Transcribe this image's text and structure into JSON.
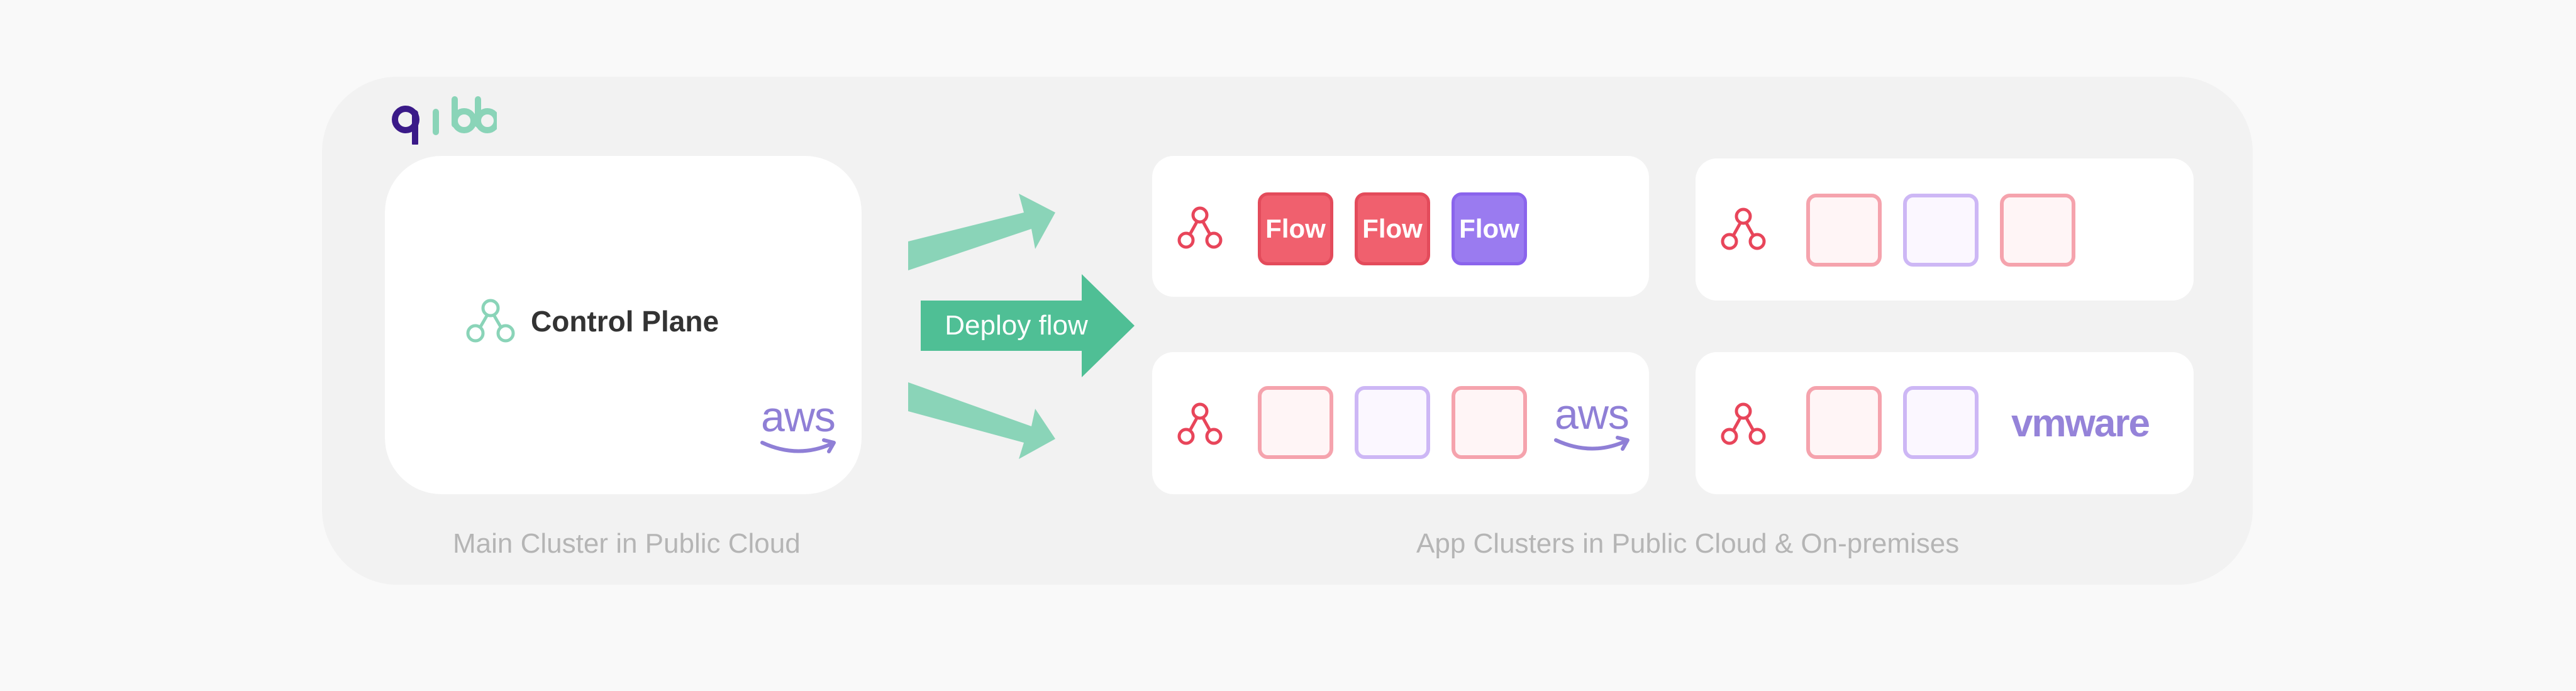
{
  "brand": {
    "logo_text": "qibb"
  },
  "main_cluster": {
    "title": "Control Plane",
    "provider": "aws",
    "caption": "Main Cluster in Public Cloud"
  },
  "deploy": {
    "label": "Deploy flow"
  },
  "app_clusters": {
    "caption": "App Clusters in Public Cloud & On-premises",
    "top_left": {
      "tiles": [
        "Flow",
        "Flow",
        "Flow"
      ]
    },
    "bottom_left": {
      "provider": "aws"
    },
    "bottom_right": {
      "provider": "vmware"
    }
  },
  "colors": {
    "accent_green": "#4fbf95",
    "light_green": "#8ad4b8",
    "node_red": "#e8455a",
    "flow_red": "#f0606e",
    "flow_purple": "#9a7bf0",
    "aws_purple": "#8f7fd6"
  }
}
